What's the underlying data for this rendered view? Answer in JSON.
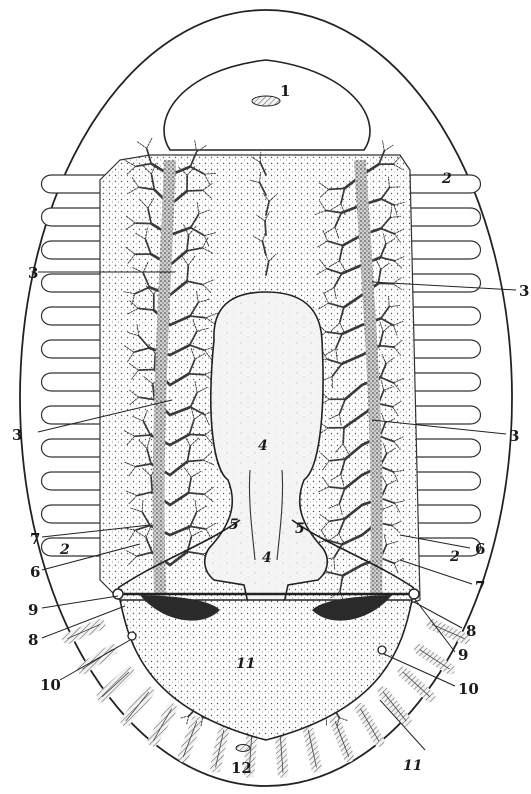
{
  "labels": {
    "l1": "1",
    "l2a": "2",
    "l2b": "2",
    "l2c": "2",
    "l3a": "3",
    "l3b": "3",
    "l3c": "3",
    "l3d": "3",
    "l4a": "4",
    "l4b": "4",
    "l5a": "5",
    "l5b": "5",
    "l6a": "6",
    "l6b": "6",
    "l7a": "7",
    "l7b": "7",
    "l8a": "8",
    "l8b": "8",
    "l9a": "9",
    "l9b": "9",
    "l10a": "10",
    "l10b": "10",
    "l11a": "11",
    "l11b": "11",
    "l12": "12"
  }
}
